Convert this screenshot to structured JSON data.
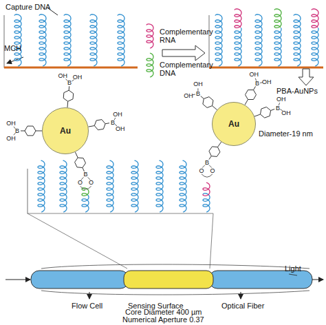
{
  "diagram": {
    "nodes": [
      {
        "text": [
          "Au"
        ]
      },
      {
        "text": [
          "Au"
        ]
      }
    ],
    "labels": [
      "Capture DNA",
      "MCH",
      "Complementary RNA",
      "Complementary DNA",
      "PBA-AuNPs",
      "Diameter-19 nm",
      "Light",
      "Flow Cell",
      "Sensing Surface",
      "Optical Fiber",
      "Core Diameter 400 µm",
      "Numerical Aperture 0.37",
      "B",
      "OH",
      "OH",
      "B",
      "OH",
      "OH",
      "B",
      "OH",
      "OH",
      "B",
      "O",
      "O",
      "B",
      "OH",
      "OH",
      "B",
      "OH",
      "OH",
      "B",
      "OH",
      "OH",
      "B",
      "O",
      "O"
    ]
  }
}
